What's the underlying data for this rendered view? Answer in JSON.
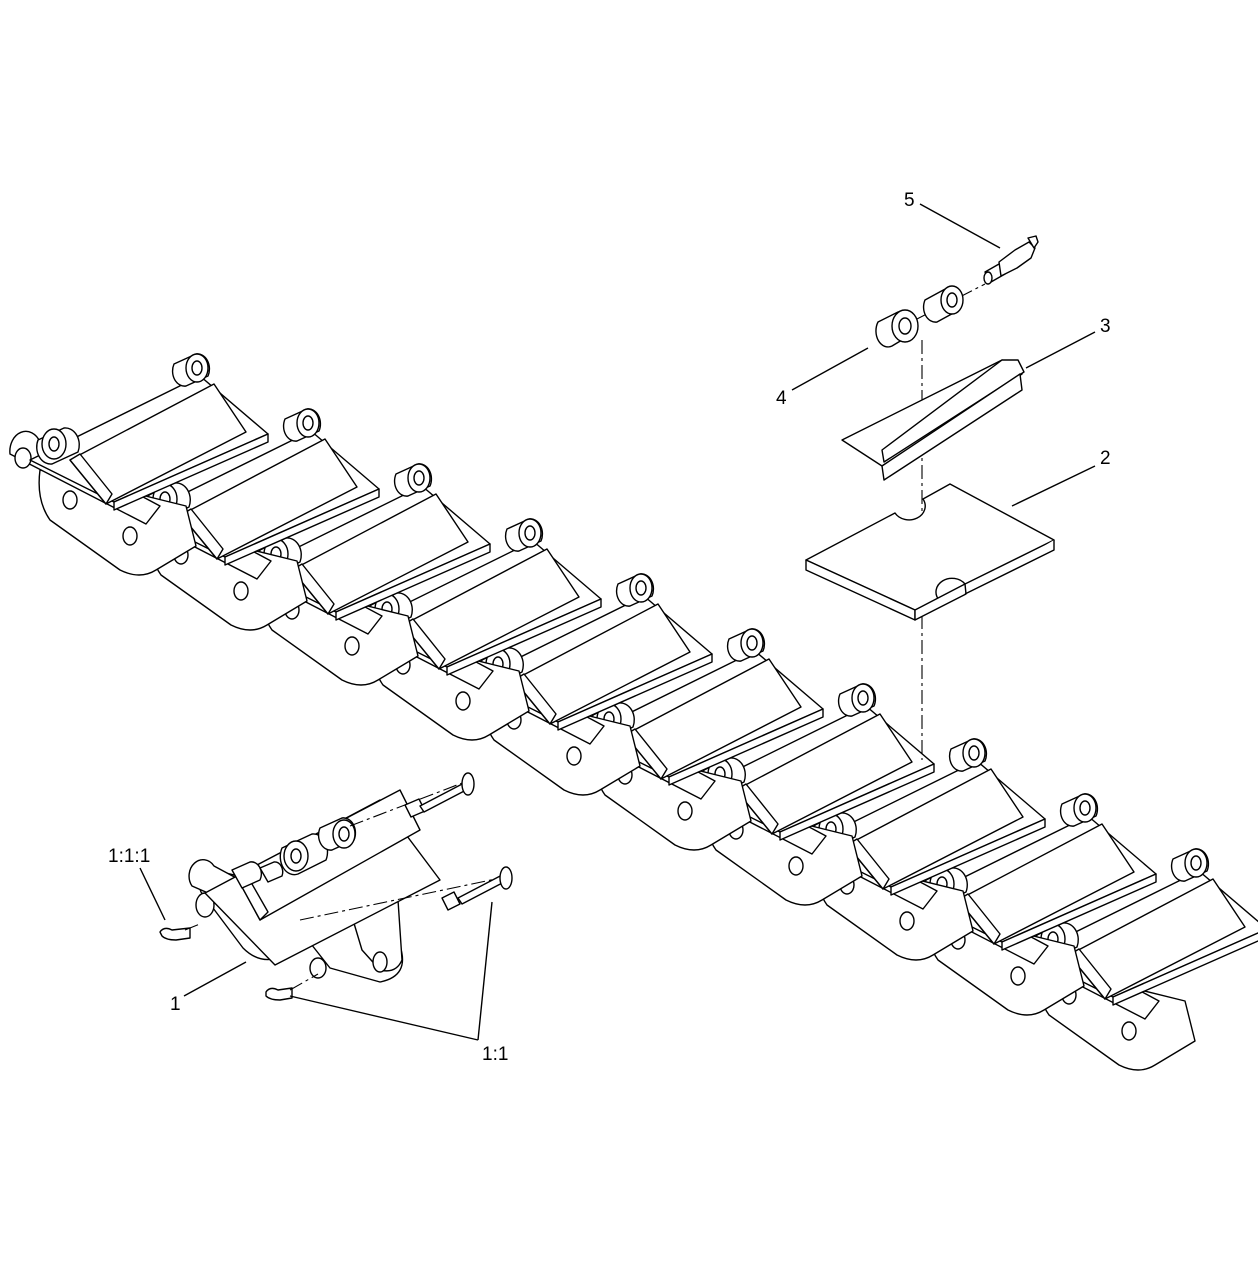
{
  "callouts": {
    "c5": "5",
    "c4": "4",
    "c3": "3",
    "c2": "2",
    "c1": "1",
    "c111": "1:1:1",
    "c11": "1:1"
  }
}
